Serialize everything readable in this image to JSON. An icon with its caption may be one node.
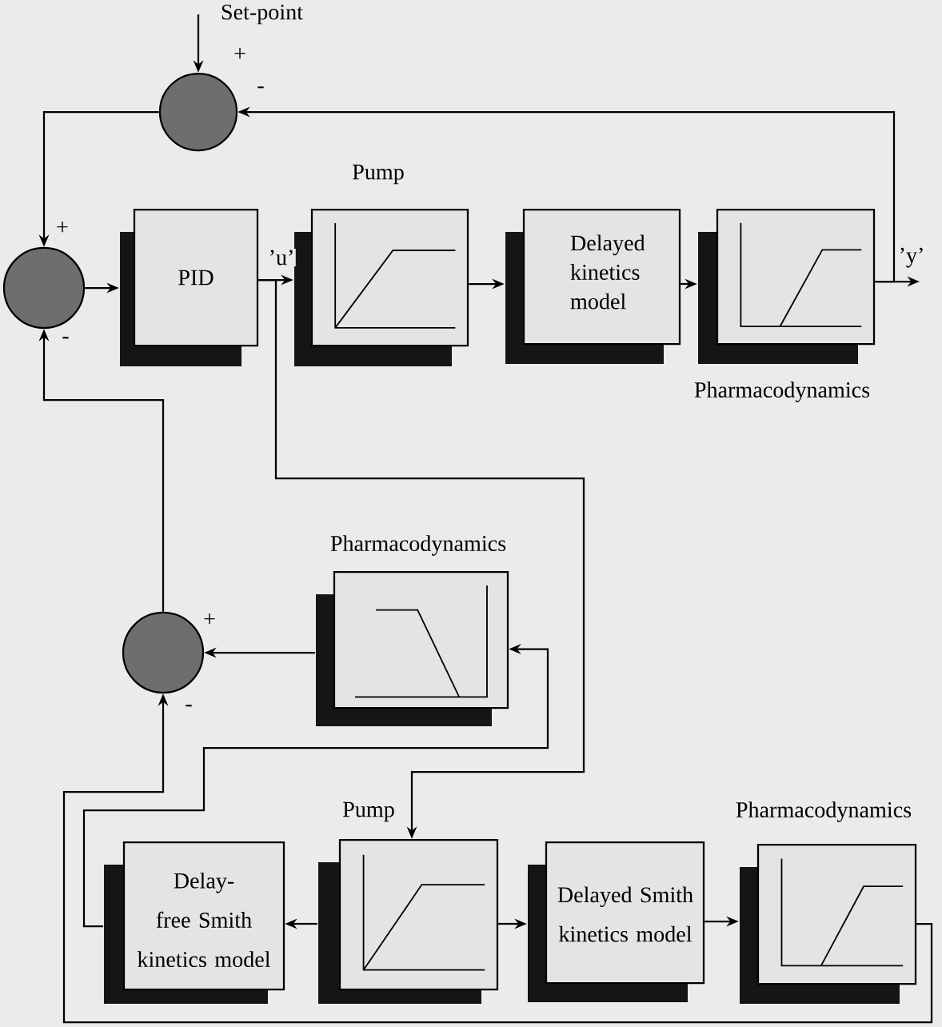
{
  "diagram": {
    "nodes": [
      {
        "text": [
          "Set-point"
        ]
      },
      {
        "text": [],
        "shape": "circle",
        "beside": [
          "+",
          "-"
        ]
      },
      {
        "text": [],
        "shape": "circle",
        "beside": [
          "+",
          "-"
        ]
      },
      {
        "text": [
          "PID"
        ]
      },
      {
        "text": [
          "Pump"
        ]
      },
      {
        "text": [
          "Delayed kinetics model"
        ]
      },
      {
        "text": [
          "Pharmacodynamics"
        ]
      },
      {
        "text": [],
        "shape": "circle",
        "beside": [
          "+",
          "-"
        ]
      },
      {
        "text": [
          "Pharmacodynamics"
        ]
      },
      {
        "text": [
          "Delay-free Smith kinetics model"
        ]
      },
      {
        "text": [
          "Pump"
        ]
      },
      {
        "text": [
          "Delayed Smith kinetics model"
        ]
      },
      {
        "text": [
          "Pharmacodynamics"
        ]
      }
    ],
    "edges": [
      {
        "from": 0,
        "to": 1,
        "arrow": "to"
      },
      {
        "from": 1,
        "to": 2,
        "arrow": "to"
      },
      {
        "from": 2,
        "to": 3,
        "arrow": "to"
      },
      {
        "from": 3,
        "to": 4,
        "arrow": "to",
        "label": "’u’"
      },
      {
        "from": 4,
        "to": 5,
        "arrow": "to"
      },
      {
        "from": 5,
        "to": 6,
        "arrow": "to"
      },
      {
        "from": 6,
        "to": null,
        "arrow": "to",
        "label": "’y’"
      },
      {
        "from": 6,
        "to": 1,
        "arrow": "to"
      },
      {
        "from": 3,
        "to": 10,
        "arrow": "to"
      },
      {
        "from": 10,
        "to": 9,
        "arrow": "to"
      },
      {
        "from": 10,
        "to": 11,
        "arrow": "to"
      },
      {
        "from": 11,
        "to": 12,
        "arrow": "to"
      },
      {
        "from": 9,
        "to": 8,
        "arrow": "to"
      },
      {
        "from": 8,
        "to": 7,
        "arrow": "to"
      },
      {
        "from": 12,
        "to": 7,
        "arrow": "to"
      },
      {
        "from": 7,
        "to": 2,
        "arrow": "to"
      }
    ]
  }
}
